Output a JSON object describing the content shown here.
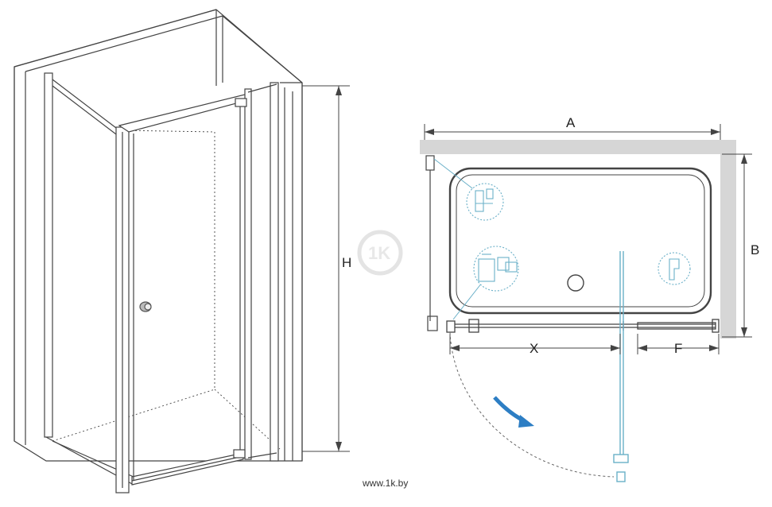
{
  "labels": {
    "height": "H",
    "width": "A",
    "depth": "B",
    "door_opening": "X",
    "fixed_panel": "F"
  },
  "watermark": {
    "logo": "1K",
    "site": "www.1k.by"
  },
  "colors": {
    "line": "#444444",
    "wall": "#d6d6d6",
    "detail": "#6ab0c8",
    "arrow": "#2d7ec4"
  },
  "icons": [
    "profile-detail-icon",
    "hinge-detail-icon",
    "seal-detail-icon"
  ]
}
